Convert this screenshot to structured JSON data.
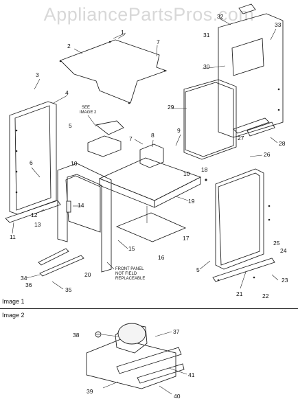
{
  "watermark": "AppliancePartsPros.com",
  "image1_caption": "Image 1",
  "image2_caption": "Image 2",
  "note_see_image": [
    "SEE",
    "IMAGE 2"
  ],
  "note_front_panel": [
    "FRONT PANEL",
    "NOT FIELD",
    "REPLACEABLE"
  ],
  "callouts_image1": [
    "1",
    "2",
    "3",
    "4",
    "5",
    "6",
    "7",
    "7",
    "8",
    "9",
    "10",
    "10",
    "11",
    "12",
    "13",
    "14",
    "15",
    "16",
    "17",
    "18",
    "19",
    "20",
    "21",
    "22",
    "23",
    "24",
    "25",
    "26",
    "27",
    "28",
    "29",
    "30",
    "31",
    "32",
    "33",
    "34",
    "35",
    "36",
    "5"
  ],
  "callouts_image2": [
    "37",
    "38",
    "39",
    "40",
    "41"
  ]
}
